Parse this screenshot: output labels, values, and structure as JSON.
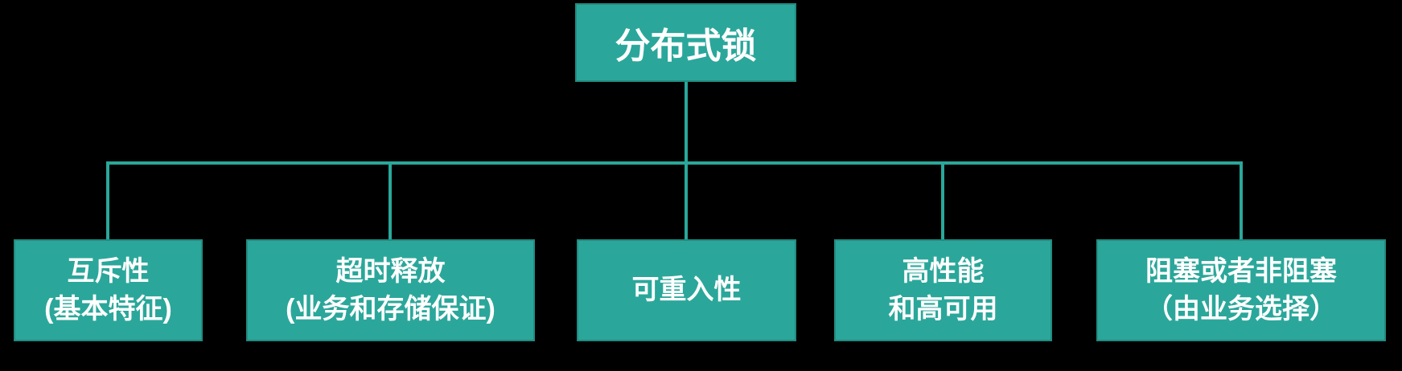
{
  "diagram": {
    "type": "tree",
    "background": "#000000",
    "node_fill": "#2aa79a",
    "node_border": "#238b80",
    "connector_color": "#2aa79a",
    "text_color": "#ffffff",
    "root": {
      "label": "分布式锁"
    },
    "children": [
      {
        "line1": "互斥性",
        "line2": "(基本特征)"
      },
      {
        "line1": "超时释放",
        "line2": "(业务和存储保证)"
      },
      {
        "line1": "可重入性",
        "line2": ""
      },
      {
        "line1": "高性能",
        "line2": "和高可用"
      },
      {
        "line1": "阻塞或者非阻塞",
        "line2": "（由业务选择）"
      }
    ]
  }
}
